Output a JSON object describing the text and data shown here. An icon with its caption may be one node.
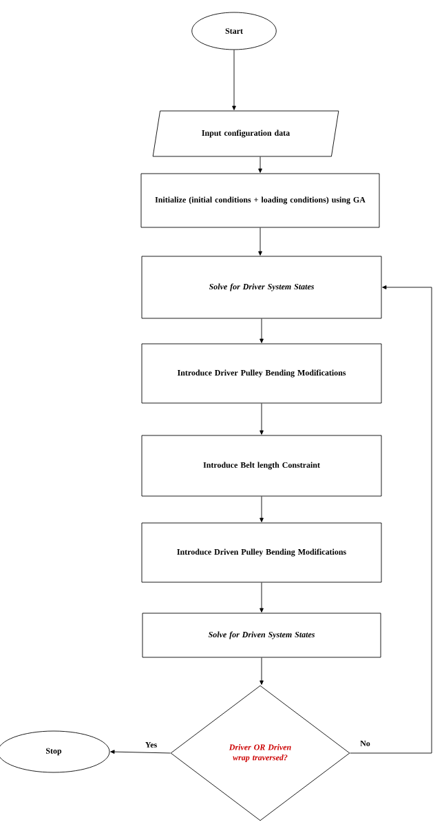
{
  "diagram": {
    "nodes": [
      {
        "text": [
          "Start"
        ]
      },
      {
        "text": [
          "Input configuration data"
        ]
      },
      {
        "text": [
          "Initialize (initial conditions + loading conditions) using GA"
        ]
      },
      {
        "text": [
          "Solve for Driver System States"
        ]
      },
      {
        "text": [
          "Introduce Driver Pulley Bending Modifications"
        ]
      },
      {
        "text": [
          "Introduce Belt length Constraint"
        ]
      },
      {
        "text": [
          "Introduce Driven Pulley Bending Modifications"
        ]
      },
      {
        "text": [
          "Solve for Driven System States"
        ]
      },
      {
        "text": [
          "Driver OR Driven wrap traversed?"
        ]
      },
      {
        "text": [
          "Stop"
        ]
      }
    ],
    "edges": [
      {
        "from": 0,
        "to": 1,
        "arrow": "to"
      },
      {
        "from": 1,
        "to": 2,
        "arrow": "to"
      },
      {
        "from": 2,
        "to": 3,
        "arrow": "to"
      },
      {
        "from": 3,
        "to": 4,
        "arrow": "to"
      },
      {
        "from": 4,
        "to": 5,
        "arrow": "to"
      },
      {
        "from": 5,
        "to": 6,
        "arrow": "to"
      },
      {
        "from": 6,
        "to": 7,
        "arrow": "to"
      },
      {
        "from": 7,
        "to": 8,
        "arrow": "to"
      },
      {
        "from": 8,
        "to": 9,
        "arrow": "to",
        "label": "Yes"
      },
      {
        "from": 8,
        "to": 3,
        "arrow": "to",
        "label": "No"
      }
    ]
  }
}
